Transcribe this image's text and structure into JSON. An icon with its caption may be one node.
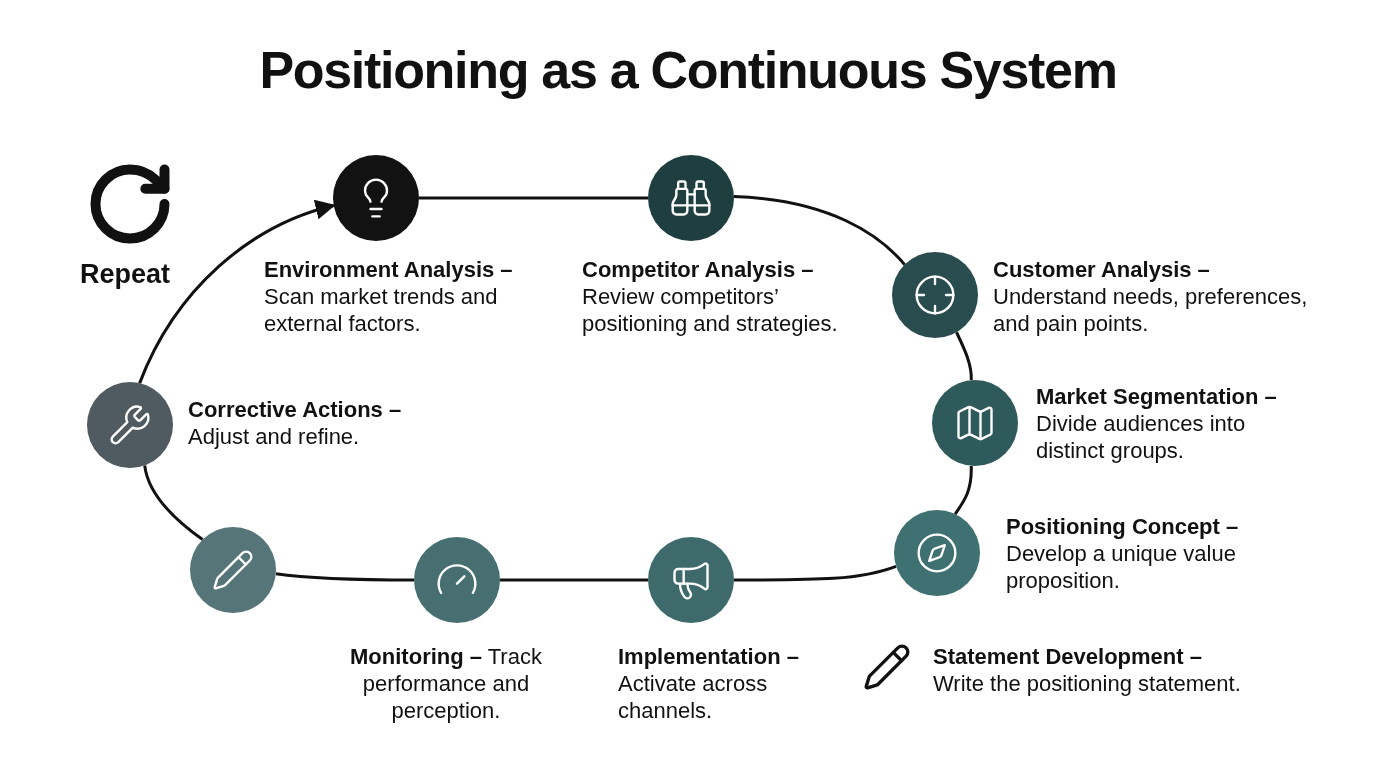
{
  "diagram": {
    "title": "Positioning as a Continuous System",
    "nodes": [
      {
        "text": [],
        "shape": "circle",
        "beside": [
          "**Environment Analysis –** Scan market trends and external factors."
        ]
      },
      {
        "text": [],
        "shape": "circle",
        "beside": [
          "**Competitor Analysis –** Review competitors’ positioning and strategies."
        ]
      },
      {
        "text": [],
        "shape": "circle",
        "beside": [
          "**Customer Analysis –** Understand needs, preferences, and pain points."
        ]
      },
      {
        "text": [],
        "shape": "circle",
        "beside": [
          "**Market Segmentation –** Divide audiences into distinct groups."
        ]
      },
      {
        "text": [],
        "shape": "circle",
        "beside": [
          "**Positioning Concept –** Develop a unique value proposition."
        ]
      },
      {
        "text": [],
        "shape": "circle",
        "beside": [
          "**Implementation –** Activate across channels."
        ]
      },
      {
        "text": [],
        "shape": "circle",
        "beside": [
          "**Monitoring –** Track performance and perception."
        ]
      },
      {
        "text": [],
        "shape": "circle"
      },
      {
        "text": [],
        "shape": "circle",
        "beside": [
          "**Corrective Actions –** Adjust and refine."
        ]
      }
    ],
    "edges": [
      {
        "from": 0,
        "to": 1,
        "arrow": "none"
      },
      {
        "from": 1,
        "to": 2,
        "arrow": "none"
      },
      {
        "from": 2,
        "to": 3,
        "arrow": "none"
      },
      {
        "from": 3,
        "to": 4,
        "arrow": "none"
      },
      {
        "from": 4,
        "to": 5,
        "arrow": "none"
      },
      {
        "from": 5,
        "to": 6,
        "arrow": "none"
      },
      {
        "from": 6,
        "to": 7,
        "arrow": "none"
      },
      {
        "from": 7,
        "to": 8,
        "arrow": "none"
      },
      {
        "from": 8,
        "to": 0,
        "arrow": "to"
      }
    ],
    "labels": [
      "Repeat",
      "**Statement Development –** Write the positioning statement."
    ]
  }
}
